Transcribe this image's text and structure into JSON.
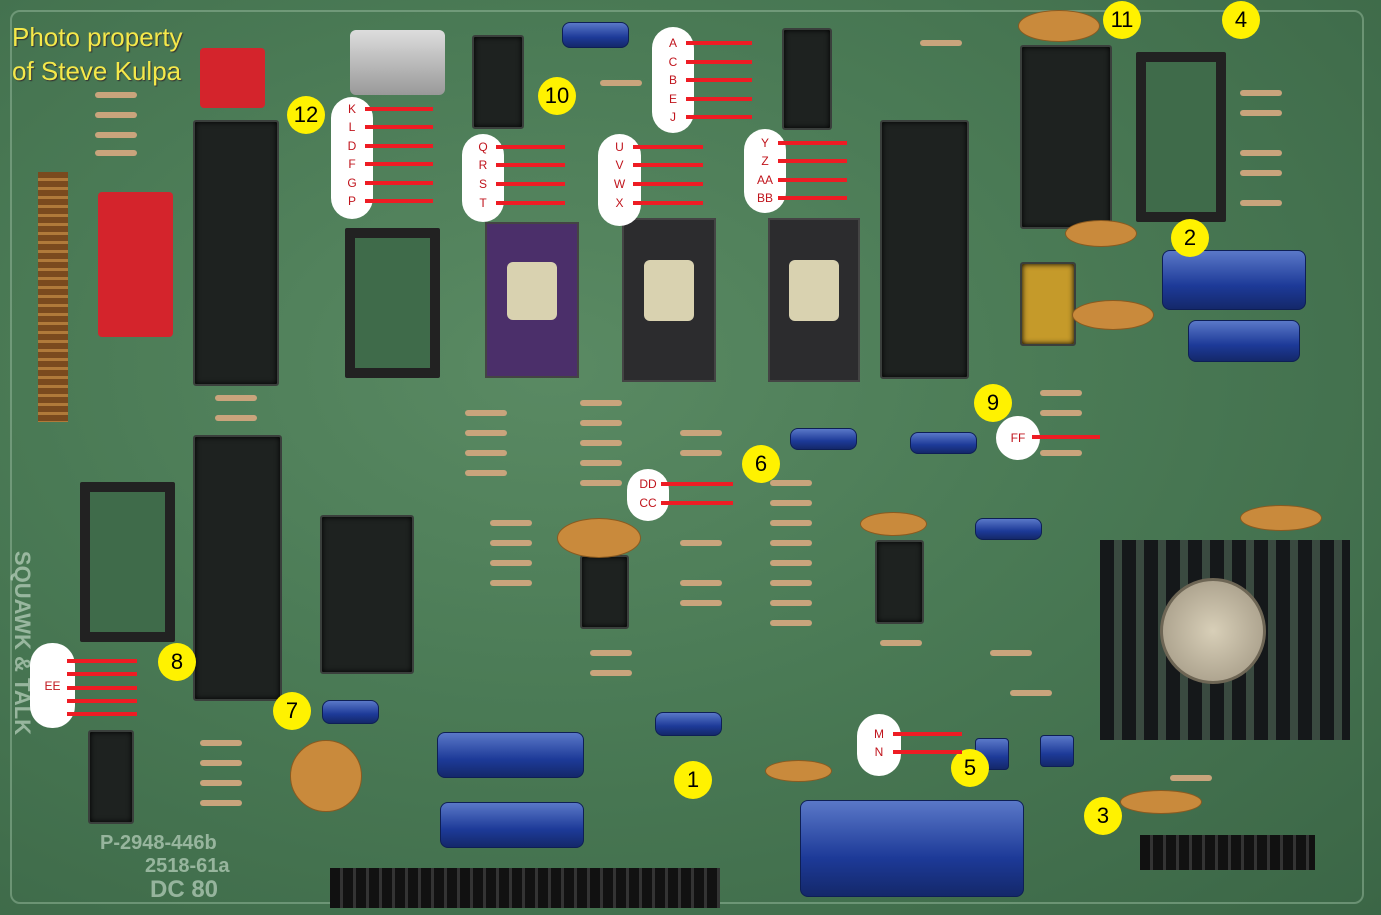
{
  "watermark": {
    "line1": "Photo property",
    "line2": "of Steve Kulpa"
  },
  "silkscreen": {
    "part_number": "P-2948-446b",
    "part_number2": "2518-61a",
    "model": "DC 80",
    "brand": "SQUAWK & TALK"
  },
  "numbers": [
    "1",
    "2",
    "3",
    "4",
    "5",
    "6",
    "7",
    "8",
    "9",
    "10",
    "11",
    "12"
  ],
  "label_groups": [
    {
      "id": "ACBEJ",
      "labels": [
        "A",
        "C",
        "B",
        "E",
        "J"
      ]
    },
    {
      "id": "KLDFGP",
      "labels": [
        "K",
        "L",
        "D",
        "F",
        "G",
        "P"
      ]
    },
    {
      "id": "QRST",
      "labels": [
        "Q",
        "R",
        "S",
        "T"
      ]
    },
    {
      "id": "UVWX",
      "labels": [
        "U",
        "V",
        "W",
        "X"
      ]
    },
    {
      "id": "YZAABB",
      "labels": [
        "Y",
        "Z",
        "AA",
        "BB"
      ]
    },
    {
      "id": "FF",
      "labels": [
        "FF"
      ]
    },
    {
      "id": "DDCC",
      "labels": [
        "DD",
        "CC"
      ]
    },
    {
      "id": "MN",
      "labels": [
        "M",
        "N"
      ]
    },
    {
      "id": "EE",
      "labels": [
        "EE"
      ],
      "line_count": 5
    }
  ],
  "colors": {
    "marker": "#fff200",
    "line": "#ee1c24",
    "label_text": "#c0141c",
    "board": "#4a7a55"
  }
}
